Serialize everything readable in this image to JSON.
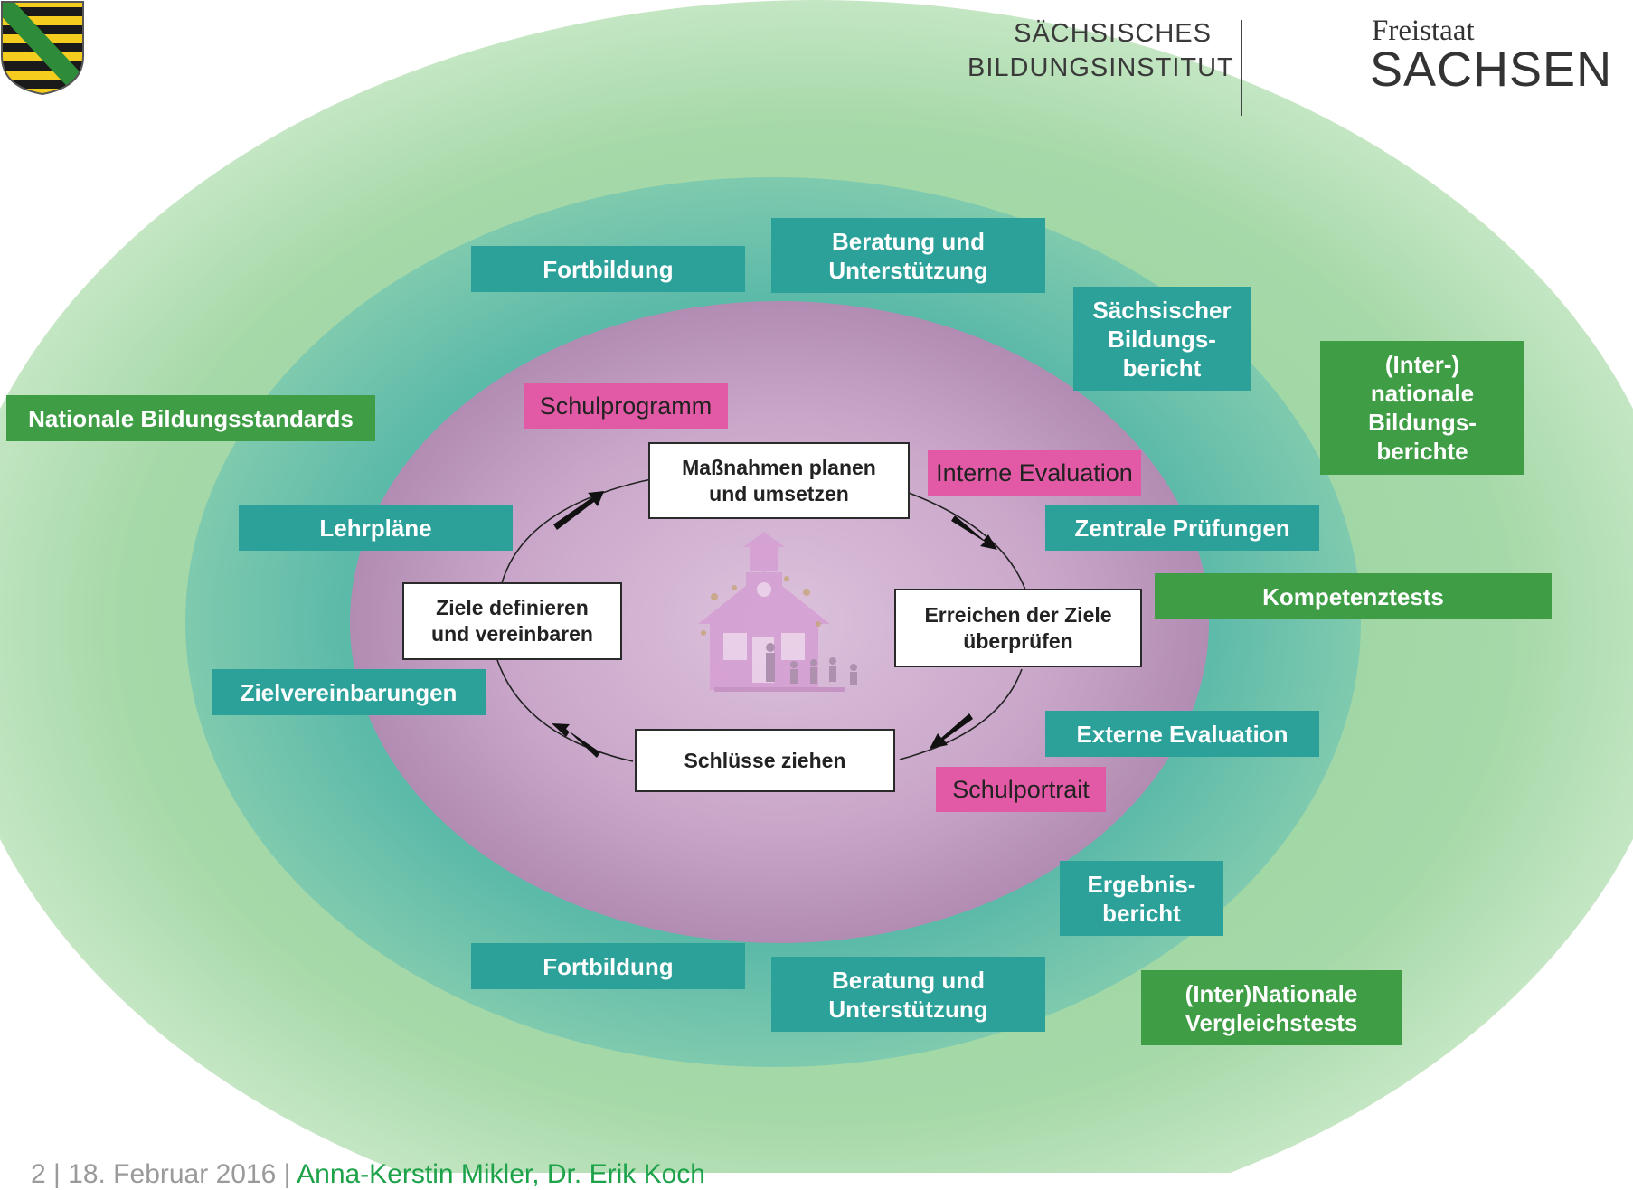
{
  "logo": {
    "institute": "SÄCHSISCHES\nBILDUNGSINSTITUT",
    "freistaat": "Freistaat",
    "sachsen": "SACHSEN"
  },
  "cycle": {
    "plan": "Maßnahmen planen\nund umsetzen",
    "define": "Ziele definieren\nund vereinbaren",
    "review": "Erreichen der Ziele\nüberprüfen",
    "conclude": "Schlüsse ziehen"
  },
  "labels": {
    "fortbildung_top": "Fortbildung",
    "beratung_top": "Beratung und\nUnterstützung",
    "saechsischer_bildungsbericht": "Sächsischer\nBildungs-\nbericht",
    "inter_nationale_bildungsberichte": "(Inter-)\nnationale\nBildungs-\nberichte",
    "nationale_bildungsstandards": "Nationale Bildungsstandards",
    "schulprogramm": "Schulprogramm",
    "interne_evaluation": "Interne Evaluation",
    "lehrplaene": "Lehrpläne",
    "zentrale_pruefungen": "Zentrale Prüfungen",
    "kompetenztests": "Kompetenztests",
    "zielvereinbarungen": "Zielvereinbarungen",
    "externe_evaluation": "Externe Evaluation",
    "schulportrait": "Schulportrait",
    "ergebnisbericht": "Ergebnis-\nbericht",
    "fortbildung_bottom": "Fortbildung",
    "beratung_bottom": "Beratung und\nUnterstützung",
    "vergleichstests": "(Inter)Nationale\nVergleichstests"
  },
  "footer": {
    "page_date": "2 | 18. Februar 2016 | ",
    "authors": "Anna-Kerstin Mikler, Dr. Erik Koch"
  },
  "colors": {
    "outer_ring": "#b5dfb6",
    "middle_ring": "#2ba19a",
    "inner_ring": "#c494c6",
    "teal_label": "#2ba19a",
    "green_label": "#3f9e45",
    "pink_label": "#e25aa6",
    "footer_authors": "#1da24a",
    "coat_gold": "#f4cd1f",
    "coat_black": "#1a1a1a",
    "coat_green": "#2e8b3a"
  },
  "icons": [
    "school-house-icon",
    "coat-of-arms-icon",
    "arrow-icon"
  ]
}
